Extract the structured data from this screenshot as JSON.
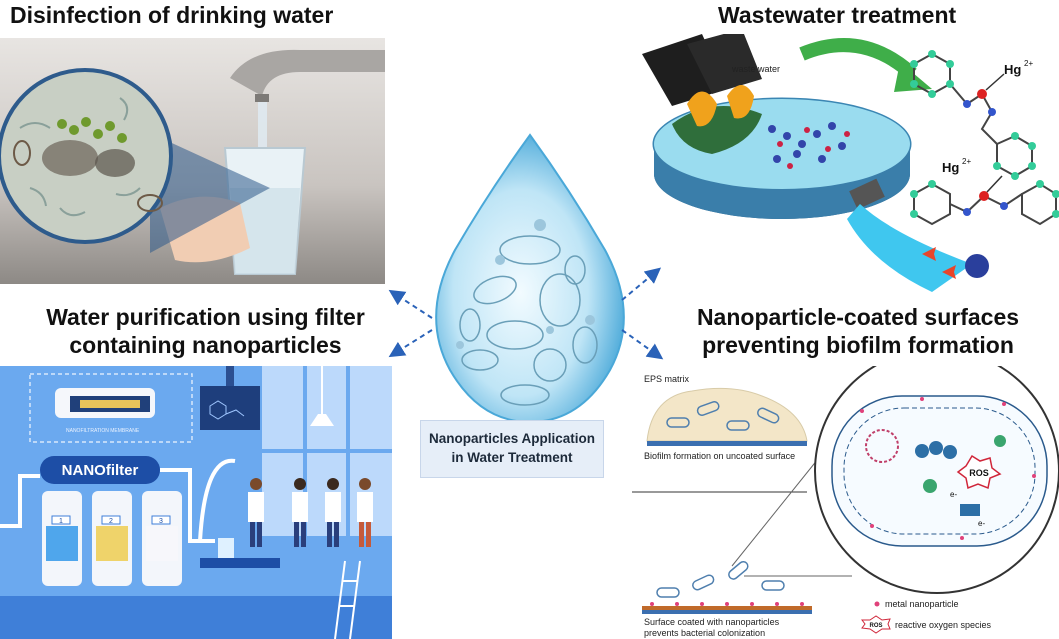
{
  "panels": {
    "drinking": {
      "title": "Disinfection of drinking water"
    },
    "wastewater": {
      "title": "Wastewater treatment",
      "label_waste": "waste water",
      "ion_label": "Hg",
      "ion_charge": "2+"
    },
    "filter": {
      "title_line1": "Water purification using filter",
      "title_line2": "containing nanoparticles",
      "filter_label": "NANOfilter",
      "membrane_label": "NANOFILTRATION MEMBRANE",
      "stage_numbers": [
        "1",
        "2",
        "3"
      ]
    },
    "biofilm": {
      "title_line1": "Nanoparticle-coated surfaces",
      "title_line2": "preventing biofilm formation",
      "eps_label": "EPS matrix",
      "uncoated_label": "Biofilm formation on uncoated surface",
      "coated_line1": "Surface coated with nanoparticles",
      "coated_line2": "prevents bacterial colonization",
      "legend_metal": "metal nanoparticle",
      "legend_ros": "reactive oxygen species",
      "ros_label": "ROS",
      "electron_label": "e-"
    }
  },
  "center": {
    "line1": "Nanoparticles Application",
    "line2": "in Water Treatment"
  },
  "colors": {
    "arrow": "#2a62b8",
    "drop_light": "#d9f1fb",
    "drop_dark": "#3fa3d6",
    "filter_bg": "#6ba9ef"
  }
}
